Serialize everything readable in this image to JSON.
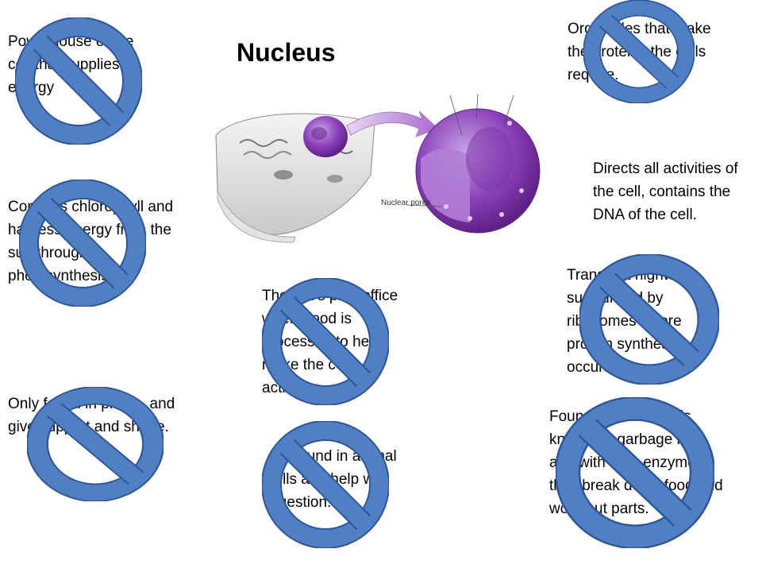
{
  "title": "Nucleus",
  "clues": [
    {
      "id": "c1",
      "text": "Powerhouse of the cell that supplies energy"
    },
    {
      "id": "c2",
      "text": "Contains chlorophyll and harness energy from the sun through photosynthesis."
    },
    {
      "id": "c3",
      "text": "Only found in plants, and give support and shape."
    },
    {
      "id": "c4",
      "text": "The cell's post office where food is processed to help make the cell's activities."
    },
    {
      "id": "c5",
      "text": "Are found in animal cells and help with digestion."
    },
    {
      "id": "c6",
      "text": "Organelles that make the proteins the cells require."
    },
    {
      "id": "c7",
      "text": "Directs all activities of the cell, contains the DNA of the cell."
    },
    {
      "id": "c8",
      "text": "Transport highway surrounded by ribosomes where protein synthesis occurs."
    },
    {
      "id": "c9",
      "text": "Found in animal cells known as garbage men and with their enzymes they break down food and worn out parts."
    }
  ],
  "figure": {
    "label": "Nuclear pores"
  },
  "colors": {
    "no_symbol_fill": "#4f7fc4",
    "no_symbol_stroke": "#2f5597",
    "nucleus_purple": "#8a3fb8"
  },
  "icon": "prohibited-icon"
}
